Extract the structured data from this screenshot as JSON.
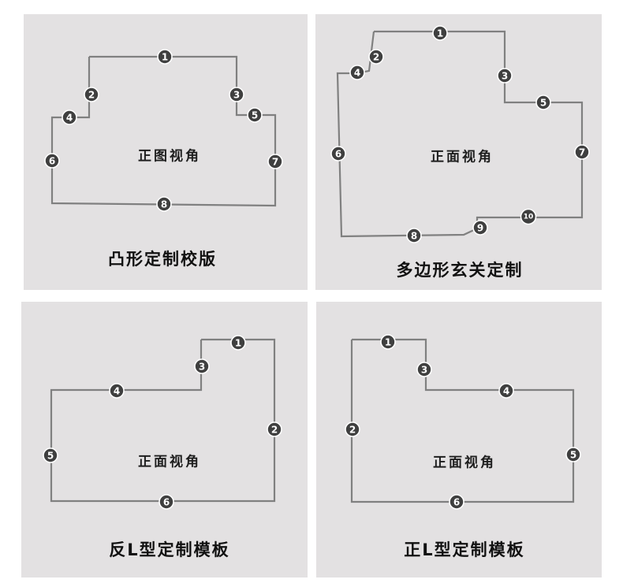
{
  "panels": [
    {
      "id": "convex",
      "center_label": "正图视角",
      "caption": "凸形定制校版",
      "markers": [
        "1",
        "2",
        "3",
        "4",
        "5",
        "6",
        "7",
        "8"
      ]
    },
    {
      "id": "polygon",
      "center_label": "正面视角",
      "caption": "多边形玄关定制",
      "markers": [
        "1",
        "2",
        "3",
        "4",
        "5",
        "6",
        "7",
        "8",
        "9",
        "10"
      ]
    },
    {
      "id": "reverse-l",
      "center_label": "正面视角",
      "caption": "反L型定制模板",
      "markers": [
        "1",
        "2",
        "3",
        "4",
        "5",
        "6"
      ]
    },
    {
      "id": "l-shape",
      "center_label": "正面视角",
      "caption": "正L型定制模板",
      "markers": [
        "1",
        "2",
        "3",
        "4",
        "5",
        "6"
      ]
    }
  ],
  "colors": {
    "panel_bg": "#e3e1e2",
    "outline": "#808080",
    "marker_fill": "#3f3f3f"
  }
}
